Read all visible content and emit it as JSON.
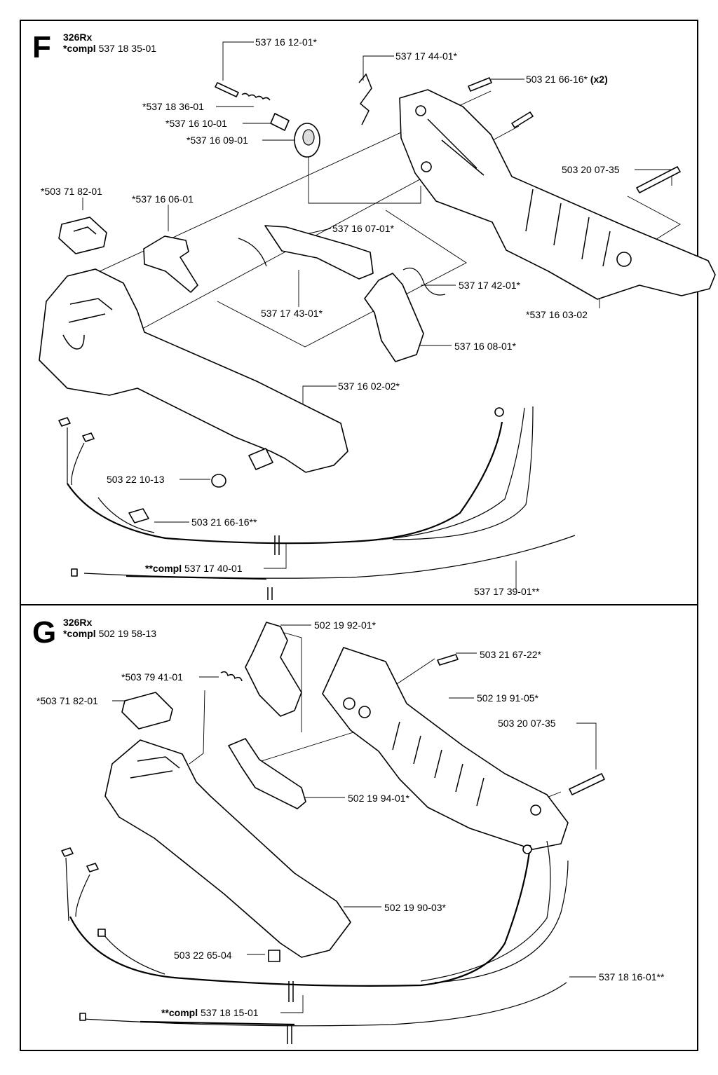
{
  "section_f": {
    "letter": "F",
    "model": "326Rx",
    "compl_prefix": "*compl",
    "compl_number": "537 18 35-01",
    "labels": {
      "p537161201": "537 16 12-01*",
      "p537174401": "537 17 44-01*",
      "p503216616_num": "503 21 66-16*",
      "p503216616_qty": "(x2)",
      "p537183601": "*537 18 36-01",
      "p537161001": "*537 16 10-01",
      "p537160901": "*537 16 09-01",
      "p503200735": "503 20 07-35",
      "p503718201": "*503 71 82-01",
      "p537160601": "*537 16 06-01",
      "p537160701": "537 16 07-01*",
      "p537174201": "537 17 42-01*",
      "p537174301": "537 17 43-01*",
      "p537160302": "*537 16 03-02",
      "p537160801": "537 16 08-01*",
      "p537160202": "537 16 02-02*",
      "p503221013": "503 22 10-13",
      "p503216616b": "503 21 66-16**",
      "p537174001_prefix": "**compl",
      "p537174001_num": "537 17 40-01",
      "p537173901": "537 17 39-01**"
    }
  },
  "section_g": {
    "letter": "G",
    "model": "326Rx",
    "compl_prefix": "*compl",
    "compl_number": "502 19 58-13",
    "labels": {
      "p502199201": "502 19 92-01*",
      "p503216722": "503 21 67-22*",
      "p503794101": "*503 79 41-01",
      "p503718201": "*503 71 82-01",
      "p502199105": "502 19 91-05*",
      "p503200735": "503 20 07-35",
      "p502199401": "502 19 94-01*",
      "p502199003": "502 19 90-03*",
      "p503226504": "503 22 65-04",
      "p537181601": "537 18 16-01**",
      "p537181501_prefix": "**compl",
      "p537181501_num": "537 18 15-01"
    }
  }
}
